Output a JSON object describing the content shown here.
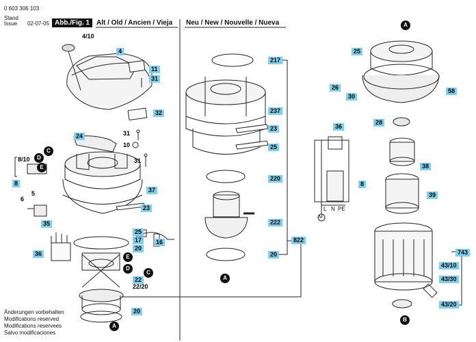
{
  "doc": {
    "part_number": "0 603 306 103",
    "stand_label": "Stand",
    "issue_label": "Issue",
    "stand_value": "",
    "issue_value": "02-07-05",
    "fig_label": "Abb./Fig. 1",
    "old_heading": "Alt / Old / Ancien / Vieja",
    "new_heading": "Neu / New / Nouvelle / Nueva"
  },
  "footer": {
    "lines": [
      "Änderungen vorbehalten",
      "Modifications reserved",
      "Modifications reservees",
      "Salvo modificaciones"
    ]
  },
  "callouts": [
    {
      "label": "4/10",
      "plain": true
    },
    {
      "label": "4"
    },
    {
      "label": "11"
    },
    {
      "label": "31"
    },
    {
      "label": "32"
    },
    {
      "label": "24"
    },
    {
      "label": "31",
      "plain": true
    },
    {
      "label": "10",
      "plain": true
    },
    {
      "label": "31",
      "plain": true
    },
    {
      "label": "8/10",
      "plain": true
    },
    {
      "label": "8"
    },
    {
      "label": "6",
      "plain": true
    },
    {
      "label": "5",
      "plain": true
    },
    {
      "label": "37"
    },
    {
      "label": "23"
    },
    {
      "label": "35"
    },
    {
      "label": "25"
    },
    {
      "label": "17"
    },
    {
      "label": "20"
    },
    {
      "label": "16"
    },
    {
      "label": "36"
    },
    {
      "label": "22"
    },
    {
      "label": "22/20",
      "plain": true
    },
    {
      "label": "20"
    },
    {
      "label": "217"
    },
    {
      "label": "237"
    },
    {
      "label": "23"
    },
    {
      "label": "25"
    },
    {
      "label": "220"
    },
    {
      "label": "222"
    },
    {
      "label": "20"
    },
    {
      "label": "822"
    },
    {
      "label": "25"
    },
    {
      "label": "26"
    },
    {
      "label": "30"
    },
    {
      "label": "58"
    },
    {
      "label": "28"
    },
    {
      "label": "36"
    },
    {
      "label": "38"
    },
    {
      "label": "8"
    },
    {
      "label": "39"
    },
    {
      "label": "743"
    },
    {
      "label": "43/10"
    },
    {
      "label": "43/30"
    },
    {
      "label": "43/20"
    }
  ],
  "letters": [
    "C",
    "D",
    "E",
    "E",
    "D",
    "C",
    "A",
    "A",
    "A",
    "B"
  ],
  "wiring_labels": [
    "L",
    "N",
    "PE",
    "M"
  ]
}
